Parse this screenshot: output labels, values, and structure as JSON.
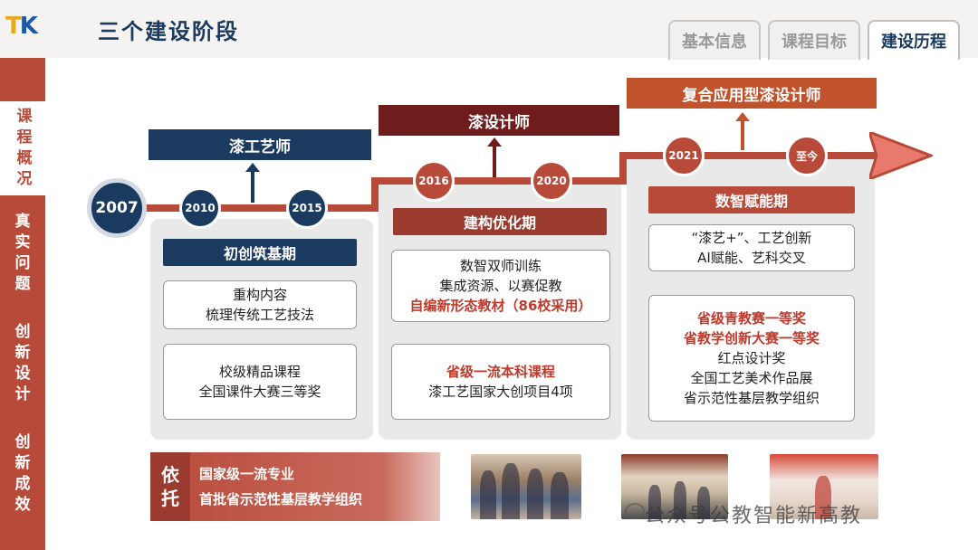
{
  "header": {
    "logo_text": "TK",
    "title": "三个建设阶段"
  },
  "tabs": [
    {
      "label": "基本信息"
    },
    {
      "label": "课程目标"
    },
    {
      "label": "建设历程"
    }
  ],
  "sidebar": {
    "items": [
      {
        "label": "课程概况",
        "chars": [
          "课",
          "程",
          "概",
          "况"
        ]
      },
      {
        "label": "真实问题",
        "chars": [
          "真",
          "实",
          "问",
          "题"
        ]
      },
      {
        "label": "创新设计",
        "chars": [
          "创",
          "新",
          "设",
          "计"
        ]
      },
      {
        "label": "创新成效",
        "chars": [
          "创",
          "新",
          "成",
          "效"
        ]
      }
    ]
  },
  "timeline": {
    "years": [
      "2007",
      "2010",
      "2015",
      "2016",
      "2020",
      "2021",
      "至今"
    ]
  },
  "stages": [
    {
      "role": "漆工艺师",
      "name": "初创筑基期",
      "cards": [
        {
          "lines": [
            "重构内容",
            "梳理传统工艺技法"
          ]
        },
        {
          "lines": [
            "校级精品课程",
            "全国课件大赛三等奖"
          ]
        }
      ]
    },
    {
      "role": "漆设计师",
      "name": "建构优化期",
      "cards": [
        {
          "lines": [
            "数智双师训练",
            "集成资源、以赛促教"
          ],
          "highlight": "自编新形态教材（86校采用）"
        },
        {
          "highlight": "省级一流本科课程",
          "lines": [
            "漆工艺国家大创项目4项"
          ]
        }
      ]
    },
    {
      "role": "复合应用型漆设计师",
      "name": "数智赋能期",
      "cards": [
        {
          "lines": [
            "“漆艺+”、工艺创新",
            "AI赋能、艺科交叉"
          ]
        },
        {
          "highlights": [
            "省级青教赛一等奖",
            "省教学创新大赛一等奖"
          ],
          "lines": [
            "红点设计奖",
            "全国工艺美术作品展",
            "省示范性基层教学组织"
          ]
        }
      ]
    }
  ],
  "banner": {
    "tag": "依托",
    "tag_chars": [
      "依",
      "托"
    ],
    "lines": [
      "国家级一流专业",
      "首批省示范性基层教学组织"
    ]
  },
  "watermark": "公众号公教智能新高教",
  "colors": {
    "navy": "#1a3a5f",
    "red": "#b84a3a",
    "maroon": "#6e1c1c",
    "highlight": "#c0392b"
  }
}
